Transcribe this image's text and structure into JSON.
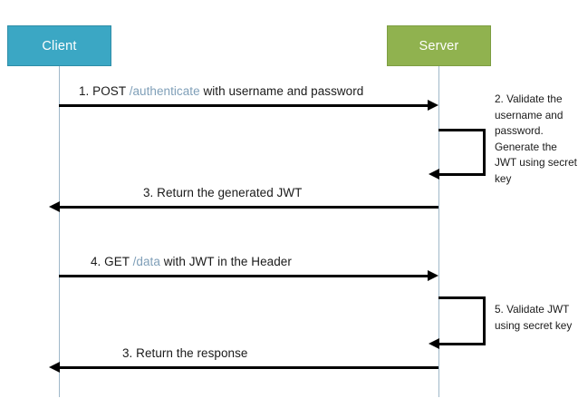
{
  "diagram": {
    "title": "JWT authentication sequence diagram",
    "colors": {
      "client_box": "#3ba7c4",
      "server_box": "#90b24f",
      "lifeline": "#9fb8c9",
      "arrow": "#000000",
      "path_highlight": "#7f9fb8",
      "background": "#ffffff"
    }
  },
  "participants": [
    {
      "id": "client",
      "label": "Client"
    },
    {
      "id": "server",
      "label": "Server"
    }
  ],
  "messages": [
    {
      "id": "m1",
      "direction": "client-to-server",
      "prefix": "1. POST ",
      "path": "/authenticate",
      "suffix": " with username and password"
    },
    {
      "id": "m2",
      "direction": "server-to-client",
      "prefix": "3. Return the generated JWT",
      "path": "",
      "suffix": ""
    },
    {
      "id": "m3",
      "direction": "client-to-server",
      "prefix": "4.  GET ",
      "path": "/data",
      "suffix": " with JWT in the Header"
    },
    {
      "id": "m4",
      "direction": "server-to-client",
      "prefix": "3. Return the response",
      "path": "",
      "suffix": ""
    }
  ],
  "self_loops": [
    {
      "id": "loop1",
      "actor": "server"
    },
    {
      "id": "loop2",
      "actor": "server"
    }
  ],
  "notes": [
    {
      "id": "note2",
      "text": "2. Validate the username and password. Generate the JWT using secret key"
    },
    {
      "id": "note5",
      "text": "5. Validate JWT using secret key"
    }
  ]
}
